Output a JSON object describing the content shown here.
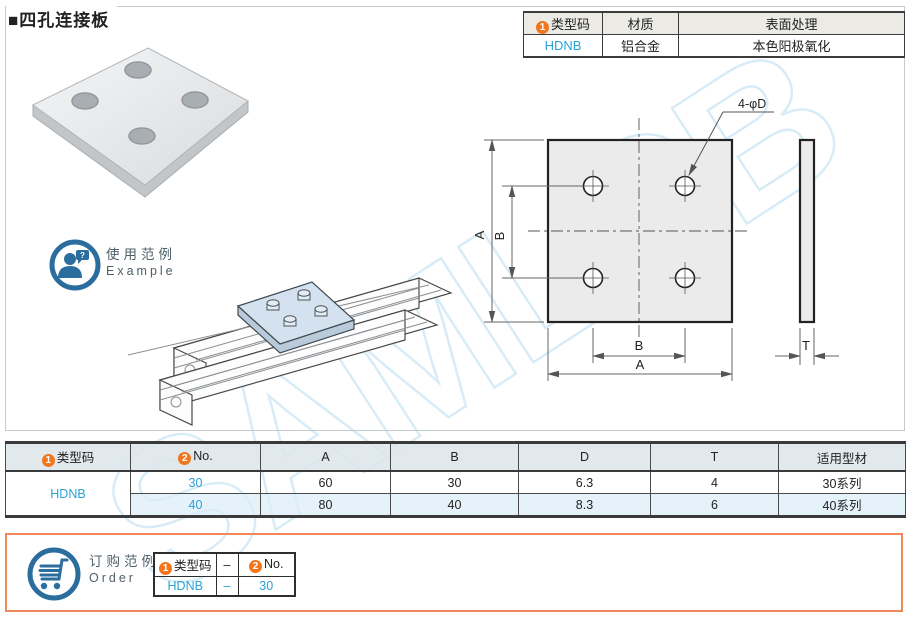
{
  "page": {
    "title": "■四孔连接板"
  },
  "watermark": "SAMLCB",
  "spec_table": {
    "badge1": "1",
    "headers": {
      "type_code": "类型码",
      "material": "材质",
      "surface": "表面处理"
    },
    "row": {
      "type_code": "HDNB",
      "material": "铝合金",
      "surface": "本色阳极氧化"
    }
  },
  "usage": {
    "label_cn": "使用范例",
    "label_en": "Example",
    "question_mark": "?"
  },
  "drawing": {
    "hole_label": "4-φD",
    "dim_a": "A",
    "dim_b": "B",
    "dim_t": "T"
  },
  "size_table": {
    "badge1": "1",
    "badge2": "2",
    "headers": {
      "type_code": "类型码",
      "no": "No.",
      "a": "A",
      "b": "B",
      "d": "D",
      "t": "T",
      "series": "适用型材"
    },
    "type_code": "HDNB",
    "rows": [
      {
        "no": "30",
        "a": "60",
        "b": "30",
        "d": "6.3",
        "t": "4",
        "series": "30系列"
      },
      {
        "no": "40",
        "a": "80",
        "b": "40",
        "d": "8.3",
        "t": "6",
        "series": "40系列"
      }
    ]
  },
  "order": {
    "label_cn": "订购范例",
    "label_en": "Order",
    "badge1": "1",
    "badge2": "2",
    "headers": {
      "type_code": "类型码",
      "dash": "–",
      "no": "No."
    },
    "row": {
      "type_code": "HDNB",
      "dash": "–",
      "no": "30"
    }
  },
  "colors": {
    "accent_blue": "#2aa2d8",
    "badge_orange": "#f2761d",
    "icon_blue": "#2b6e9e",
    "order_border": "#f0885a",
    "watermark_blue": "#d8ecf7"
  }
}
